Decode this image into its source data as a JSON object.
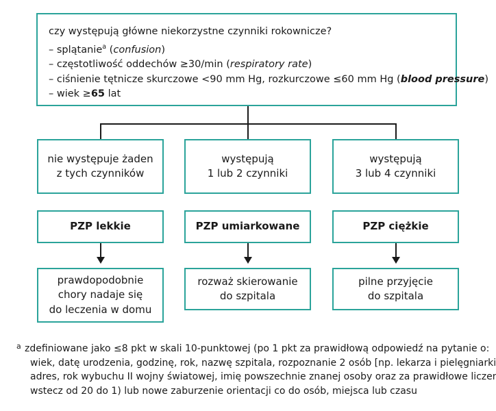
{
  "top": {
    "question": "czy występują główne niekorzystne czynniki rokownicze?",
    "items": [
      {
        "prefix": "– splątanie",
        "sup": "a",
        "mid": " (",
        "italic": "confusion",
        "suffix": ")"
      },
      {
        "prefix": "– częstotliwość oddechów ≥30/min (",
        "italic": "respiratory rate",
        "suffix": ")"
      },
      {
        "prefix": "– ciśnienie tętnicze skurczowe <90 mm Hg, rozkurczowe ≤60 mm Hg (",
        "italic": "blood pressure",
        "suffix": ")"
      },
      {
        "prefix": "– wiek ≥",
        "bold": "65",
        "suffix": " lat"
      }
    ]
  },
  "columns": [
    {
      "condition": [
        "nie występuje żaden",
        "z tych czynników"
      ],
      "severity": "PZP lekkie",
      "action": [
        "prawdopodobnie",
        "chory nadaje się",
        "do leczenia w domu"
      ]
    },
    {
      "condition": [
        "występują",
        "1 lub 2 czynniki"
      ],
      "severity": "PZP umiarkowane",
      "action": [
        "rozważ skierowanie",
        "do szpitala"
      ]
    },
    {
      "condition": [
        "występują",
        "3 lub 4 czynniki"
      ],
      "severity": "PZP ciężkie",
      "action": [
        "pilne przyjęcie",
        "do szpitala"
      ]
    }
  ],
  "footnote": {
    "marker": "a",
    "lines": [
      "zdefiniowane jako ≤8 pkt w skali 10-punktowej (po 1 pkt za prawidłową odpowiedź na pytanie o:",
      "wiek, datę urodzenia, godzinę, rok, nazwę szpitala, rozpoznanie 2 osób [np. lekarza i pielęgniarki],",
      "adres, rok wybuchu II wojny światowej, imię powszechnie znanej osoby oraz za prawidłowe liczenie",
      "wstecz od 20 do 1) lub nowe zaburzenie orientacji co do osób, miejsca lub czasu"
    ]
  },
  "colors": {
    "border": "#2aa39a",
    "text": "#1a1a1a",
    "connector": "#1a1a1a"
  }
}
